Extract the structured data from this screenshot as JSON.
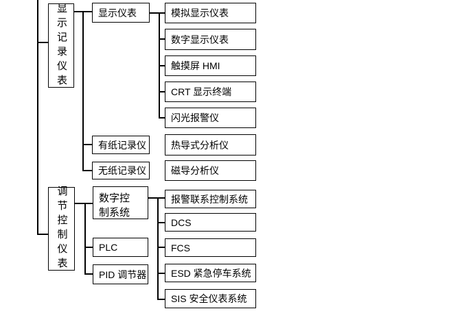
{
  "diagram": {
    "colors": {
      "line": "#000000",
      "text": "#000000",
      "background": "#ffffff",
      "box_border": "#000000"
    },
    "groups": [
      {
        "label": "显示记录仪表",
        "children": [
          {
            "label": "显示仪表",
            "children": [
              {
                "label": "模拟显示仪表"
              },
              {
                "label": "数字显示仪表"
              },
              {
                "label": "触摸屏 HMI"
              },
              {
                "label": "CRT 显示终端"
              },
              {
                "label": "闪光报警仪"
              }
            ]
          },
          {
            "label": "有纸记录仪"
          },
          {
            "label": "无纸记录仪"
          }
        ]
      },
      {
        "label": "调节控制仪表",
        "children": [
          {
            "label": "数字控制系统",
            "children": [
              {
                "label": "报警联系控制系统"
              },
              {
                "label": "DCS"
              },
              {
                "label": "FCS"
              },
              {
                "label": "ESD 紧急停车系统"
              },
              {
                "label": "SIS 安全仪表系统"
              }
            ]
          },
          {
            "label": "PLC"
          },
          {
            "label": "PID 调节器"
          }
        ]
      }
    ],
    "standalone": [
      {
        "label": "热导式分析仪"
      },
      {
        "label": "磁导分析仪"
      }
    ]
  }
}
